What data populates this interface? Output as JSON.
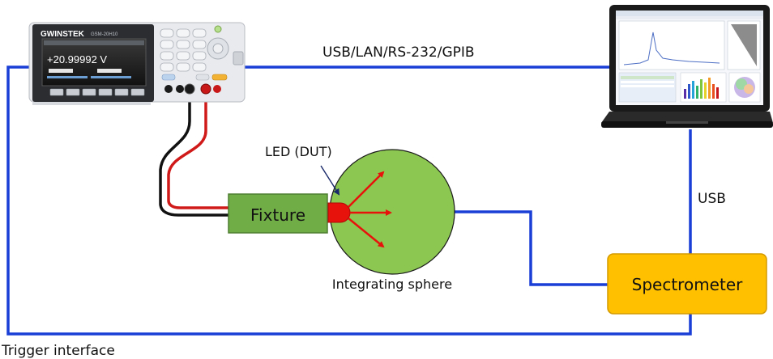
{
  "labels": {
    "comm_link": "USB/LAN/RS-232/GPIB",
    "usb": "USB",
    "led": "LED (DUT)",
    "fixture": "Fixture",
    "sphere": "Integrating sphere",
    "spectrometer": "Spectrometer",
    "trigger": "Trigger interface"
  },
  "instrument": {
    "brand": "GWINSTEK",
    "model": "GSM-20H10",
    "reading": "+20.99992 V"
  },
  "colors": {
    "wire_blue": "#1a3fd6",
    "sphere_green": "#8cc751",
    "fixture_green": "#70ad47",
    "spectrometer_orange": "#ffc000",
    "spectrometer_border": "#d49a00",
    "led_red": "#e8120c",
    "lead_red": "#d01a1a",
    "lead_black": "#111111"
  },
  "icons": {
    "smu": "source-measure-unit-icon",
    "laptop": "laptop-icon"
  }
}
